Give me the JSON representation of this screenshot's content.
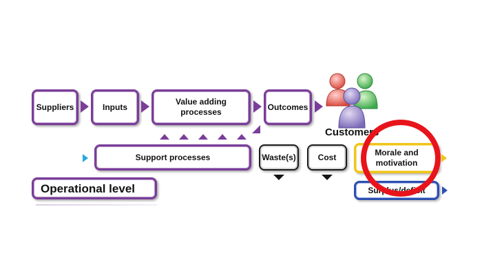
{
  "diagram": {
    "flow": {
      "suppliers": "Suppliers",
      "inputs": "Inputs",
      "value_adding": "Value adding\nprocesses",
      "outcomes": "Outcomes"
    },
    "customers_label": "Customers",
    "support_processes": "Support processes",
    "wastes": "Waste(s)",
    "cost": "Cost",
    "morale": "Morale and\nmotivation",
    "surplus": "Surplus/deficit",
    "operational_level": "Operational level"
  },
  "colors": {
    "flow_border": "#7a3d99",
    "morale_border": "#f0c419",
    "surplus_border": "#2d4fb0",
    "highlight_circle": "#e8141c"
  }
}
